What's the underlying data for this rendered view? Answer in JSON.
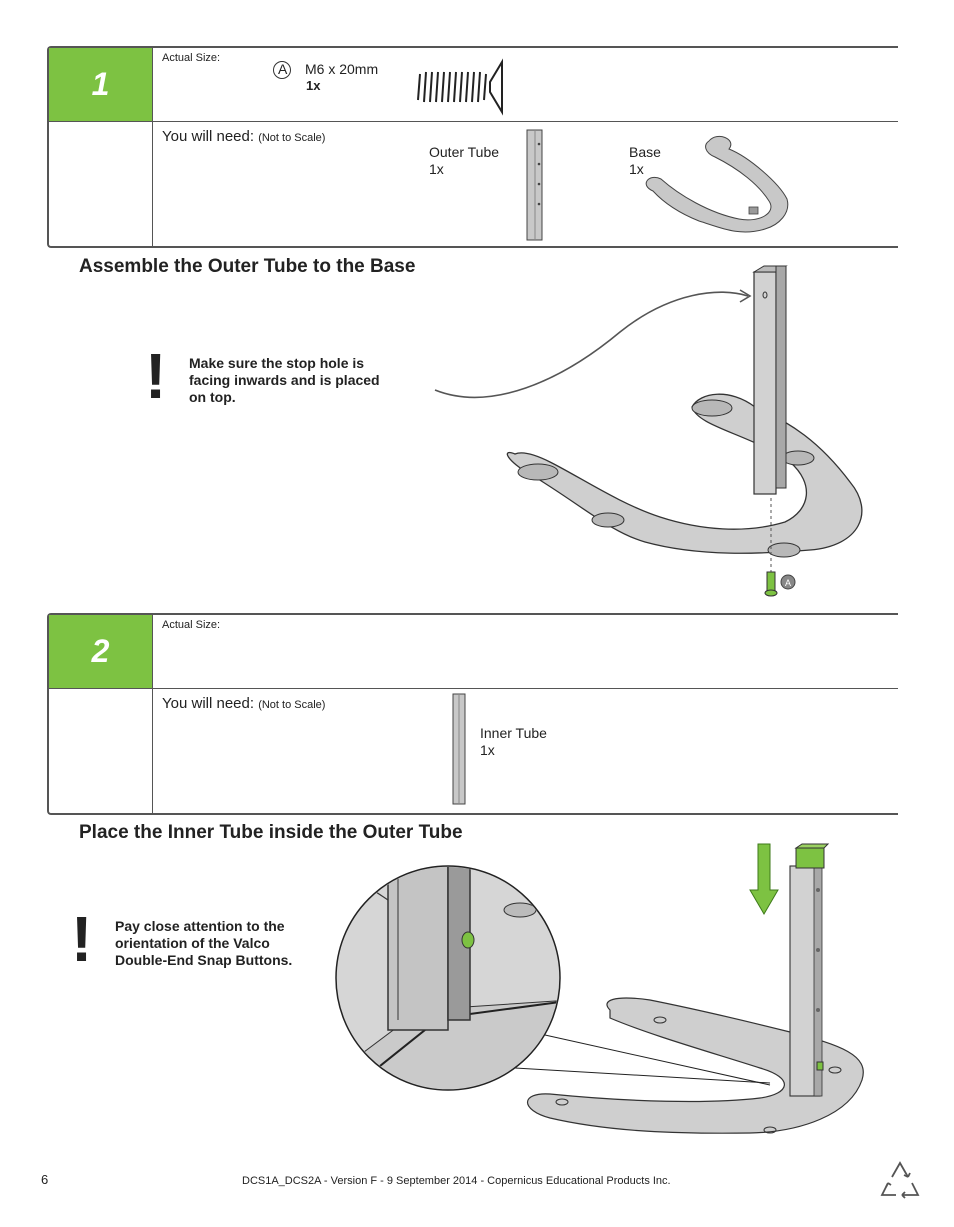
{
  "step1": {
    "number": "1",
    "actual_size_label": "Actual Size:",
    "part_letter": "A",
    "part_name": "M6 x 20mm",
    "part_qty": "1x",
    "you_will_need": "You will need:",
    "not_to_scale": "(Not to Scale)",
    "items": [
      {
        "name": "Outer Tube",
        "qty": "1x"
      },
      {
        "name": "Base",
        "qty": "1x"
      }
    ],
    "heading": "Assemble the Outer Tube to the Base",
    "warning": [
      "Make sure the stop hole is",
      "facing inwards and is placed",
      "on top."
    ],
    "callout_letter": "A"
  },
  "step2": {
    "number": "2",
    "actual_size_label": "Actual Size:",
    "you_will_need": "You will need:",
    "not_to_scale": "(Not to Scale)",
    "items": [
      {
        "name": "Inner Tube",
        "qty": "1x"
      }
    ],
    "heading": "Place the Inner Tube inside the Outer Tube",
    "warning": [
      "Pay close attention to the",
      "orientation of the Valco",
      "Double-End Snap Buttons."
    ]
  },
  "warning_mark": "!",
  "footer": {
    "page_number": "6",
    "text": "DCS1A_DCS2A - Version F - 9 September 2014 - Copernicus Educational Products Inc."
  },
  "colors": {
    "accent_green": "#7dc242",
    "part_gray": "#c8c8c8",
    "outline": "#444444"
  },
  "icons": [
    "screw-icon",
    "recycle-icon",
    "warning-icon"
  ]
}
